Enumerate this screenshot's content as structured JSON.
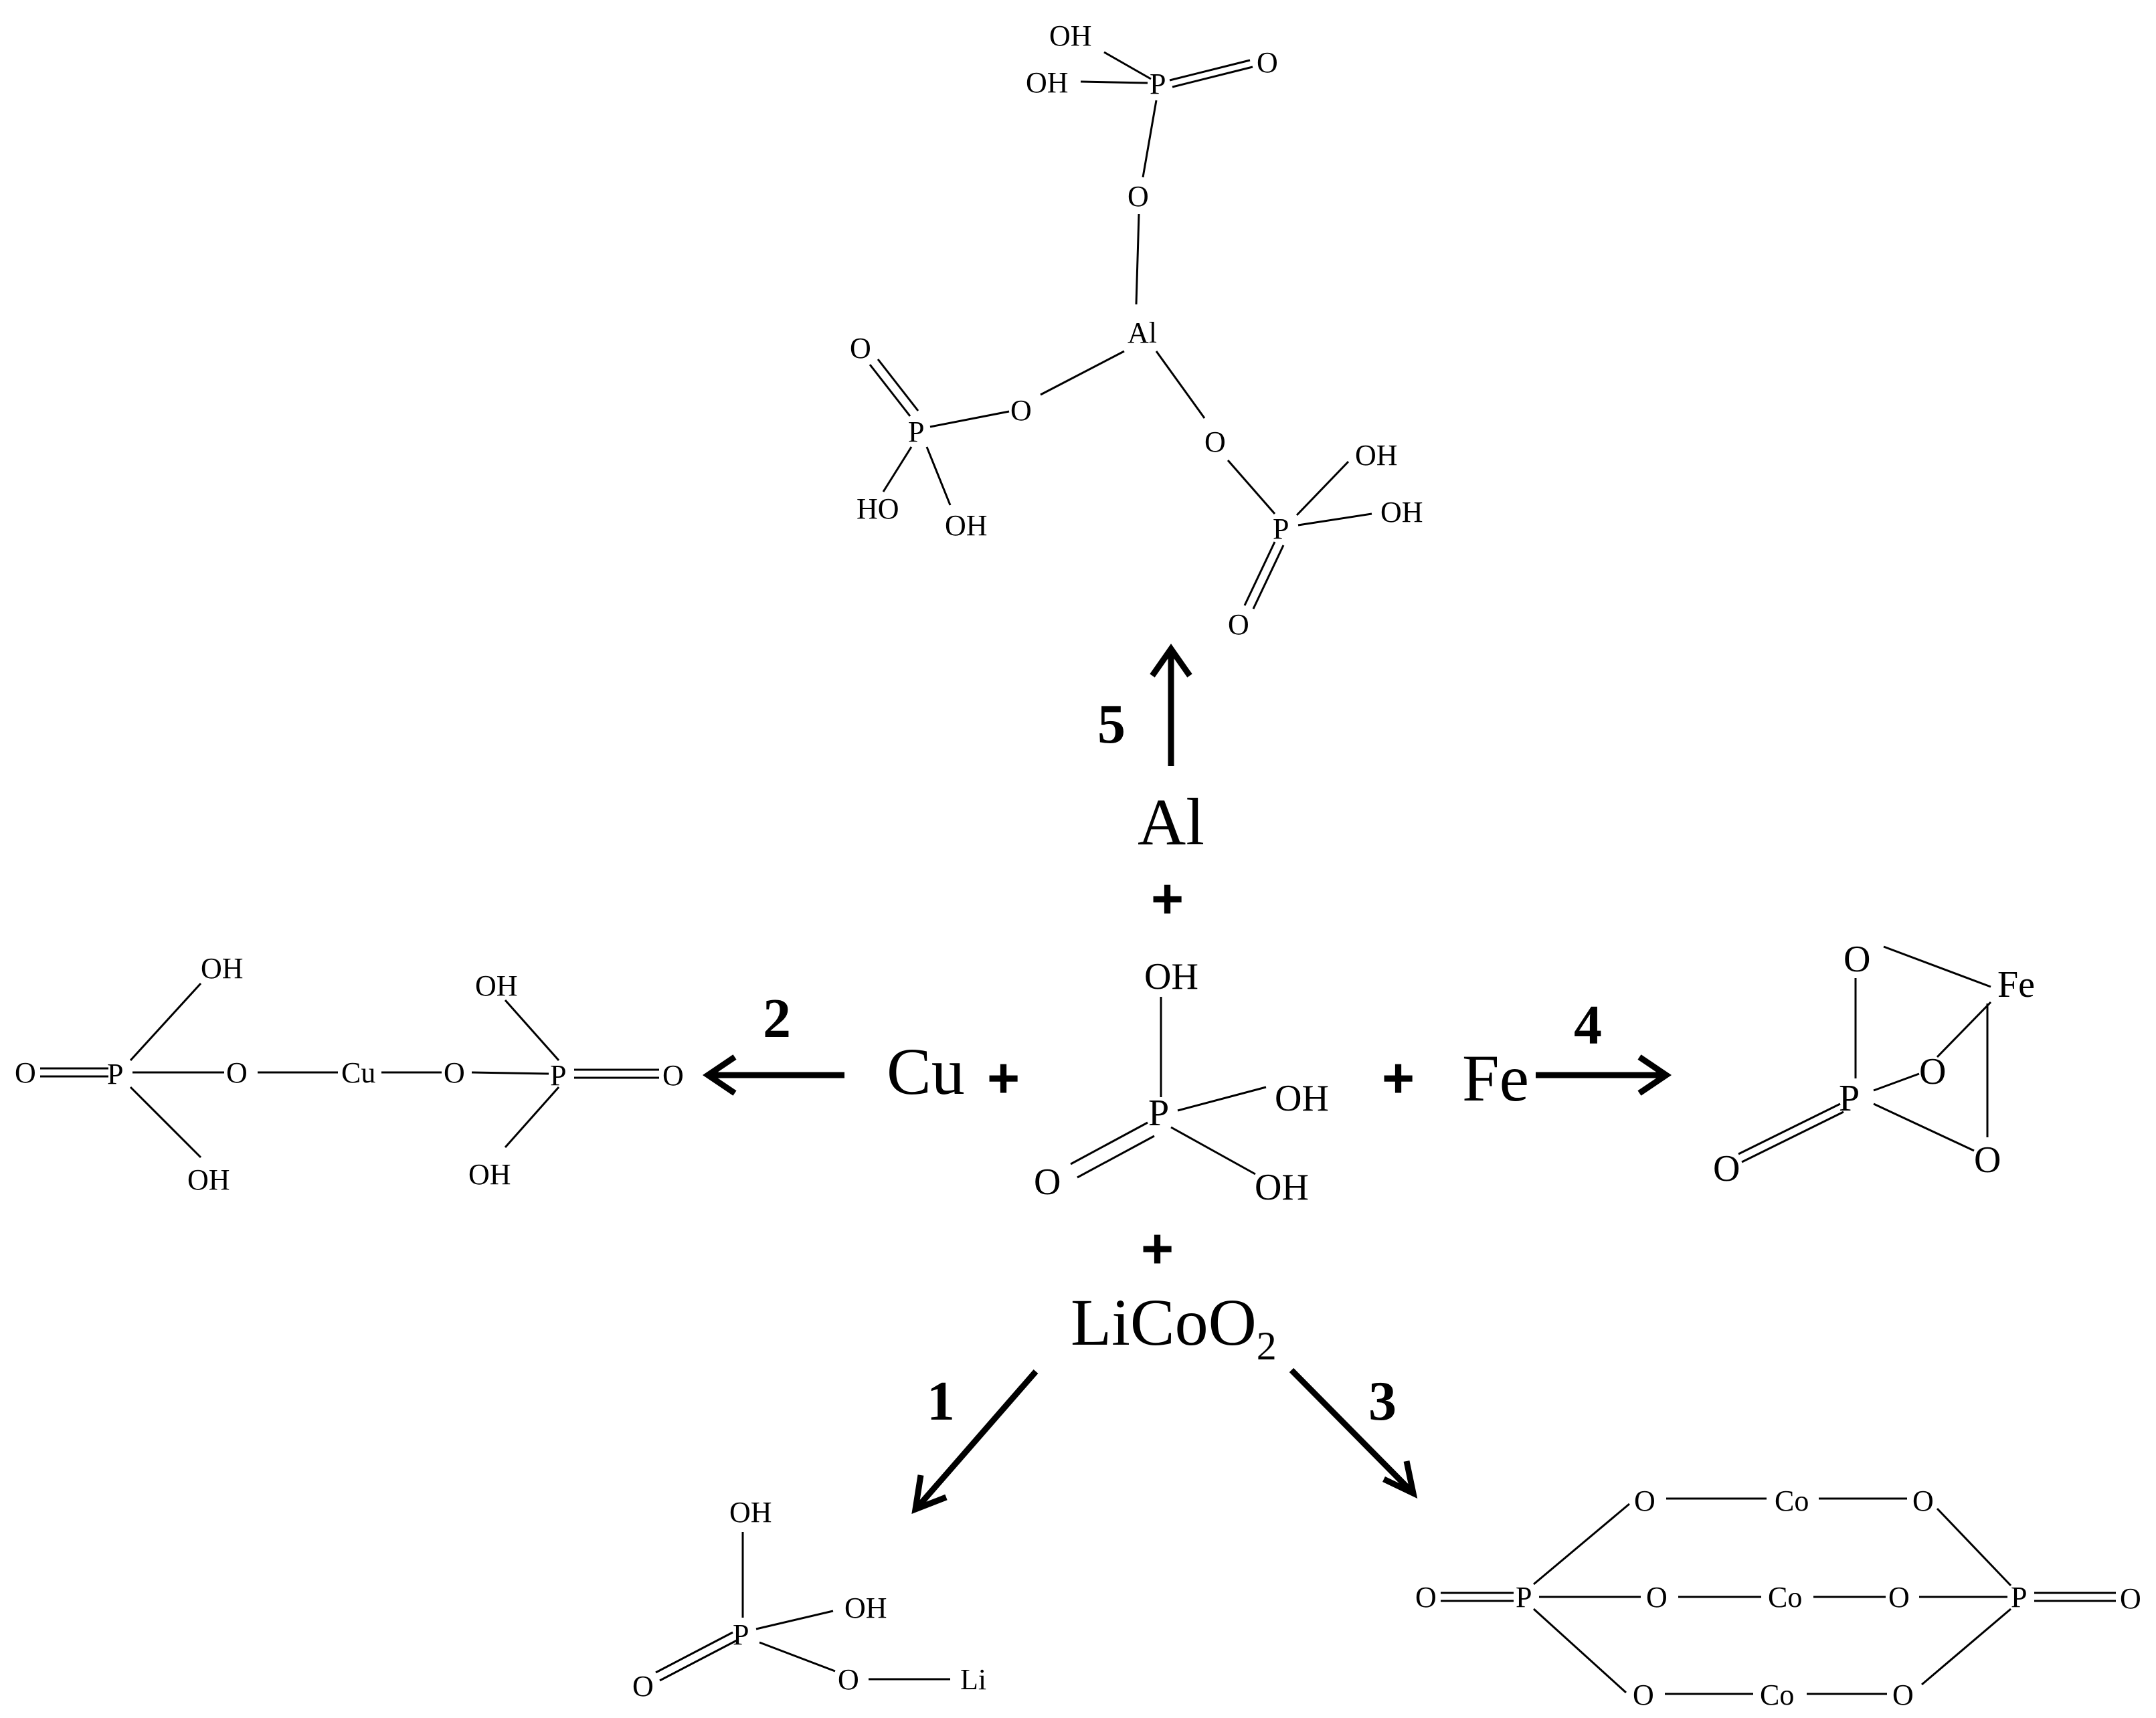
{
  "reactants": {
    "aluminum": "Al",
    "copper": "Cu",
    "iron": "Fe",
    "lithium_cobalt_oxide": "LiCoO",
    "lithium_cobalt_oxide_subscript": "2",
    "plus_sign": "+"
  },
  "atoms": {
    "phosphorus": "P",
    "oxygen": "O",
    "hydroxyl": "OH",
    "hydroxyl_left": "HO",
    "aluminum": "Al",
    "copper": "Cu",
    "iron": "Fe",
    "cobalt": "Co",
    "lithium": "Li"
  },
  "reactions": [
    {
      "number": "1",
      "direction": "down-left",
      "product": "lithium phosphate"
    },
    {
      "number": "2",
      "direction": "left",
      "product": "copper phosphate"
    },
    {
      "number": "3",
      "direction": "down-right",
      "product": "cobalt phosphate"
    },
    {
      "number": "4",
      "direction": "right",
      "product": "iron phosphate"
    },
    {
      "number": "5",
      "direction": "up",
      "product": "aluminum phosphate"
    }
  ]
}
